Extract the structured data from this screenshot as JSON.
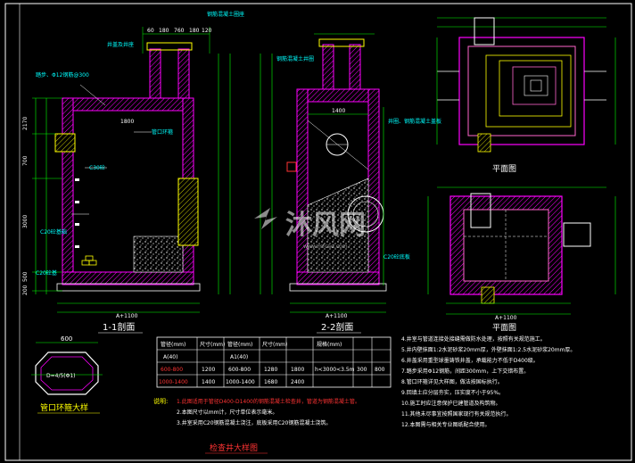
{
  "drawing": {
    "section_1_title": "1-1剖面",
    "section_2_title": "2-2剖面",
    "plan_title_1": "平面图",
    "plan_title_2": "平面图",
    "manhole_cover_detail_title": "管口环箍大样",
    "sheet_title": "检查井大样图",
    "watermark": "沐风网",
    "watermark_url": "www.mfcad.com",
    "notes_label": "说明:"
  },
  "dimensions": {
    "top_dims": [
      "60",
      "180",
      "760",
      "180",
      "120"
    ],
    "d_1_1_bottom": "A+1100",
    "d_2_2_bottom": "A+1100",
    "d_plan_bottom": "A+1100",
    "d_2_2_width": "1400",
    "d_1_1_width": "1800",
    "side_dims_left": [
      "2170",
      "700",
      "3000",
      "500",
      "200"
    ],
    "detail_600": "600",
    "detail_formula": "D=4/5(Φ1)"
  },
  "callouts": {
    "c1": "钢筋混凝土圈座",
    "c2": "井盖及井座",
    "c3": "踏步、Φ12钢筋@300",
    "c4": "钢筋混凝土井圈",
    "c5": "C30砼",
    "c6": "管口环箍",
    "c7": "C20砼基础",
    "c8": "井圈、钢筋混凝土盖板",
    "c9": "C20砼底板",
    "c10": "C20砼基"
  },
  "table": {
    "headers": [
      "管径(mm)",
      "尺寸(mm)",
      "管径(mm)",
      "尺寸(mm)",
      "规格(mm)",
      "",
      ""
    ],
    "rows": [
      [
        "A(40)",
        "",
        "A1(40)",
        "",
        "",
        "",
        ""
      ],
      [
        "600-800",
        "1200",
        "600-800",
        "1280",
        "1800",
        "300",
        "800"
      ],
      [
        "1000-1400",
        "1400",
        "1000-1400",
        "1680",
        "2400",
        "",
        ""
      ]
    ],
    "merged_label": "h<3000<3.5m"
  },
  "notes_left": [
    "1.此图适用于管径D400-D1400的钢筋混凝土检查井，管道为钢筋混凝土管。",
    "2.本图尺寸以mm计，尺寸单位表示毫米。",
    "3.井室采用C20钢筋混凝土浇注，底板采用C20钢筋混凝土浇筑。"
  ],
  "notes_right": [
    "4.井室与管道连接处接缝需做防水处理，按照有关规范施工。",
    "5.井内壁抹面1:2水泥砂浆20mm厚，外壁抹面1:2.5水泥砂浆20mm厚。",
    "6.井盖采用重型球墨铸铁井盖，承载能力不低于D400级。",
    "7.踏步采用Φ12钢筋，间距300mm，上下交错布置。",
    "8.管口环箍详见大样图，做法按国标执行。",
    "9.回填土应分层夯实，压实度不小于95%。",
    "10.施工时应注意保护已建管道及构筑物。",
    "11.其他未尽事宜按照国家现行有关规范执行。",
    "12.本图需与相关专业图纸配合使用。"
  ],
  "colors": {
    "background": "#000000",
    "wall": "#ff00ff",
    "dim": "#00ff00",
    "text": "#ffffff",
    "callout": "#00ffff",
    "highlight": "#ffff00",
    "accent": "#ff3333",
    "plan_inner": "#ff66cc"
  }
}
